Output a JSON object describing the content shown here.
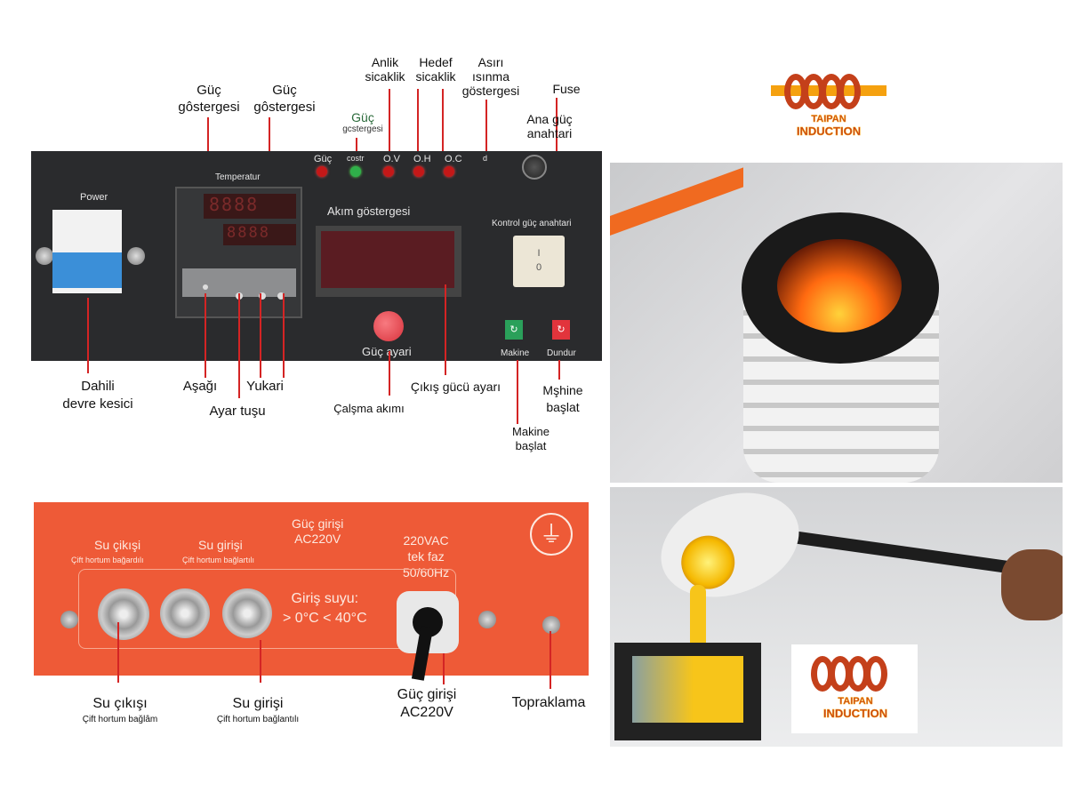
{
  "control_panel": {
    "top_labels": {
      "guc_gostergesi_1": [
        "Güç",
        "gôstergesi"
      ],
      "guc_gostergesi_2": [
        "Güç",
        "gôstergesi"
      ],
      "guc_gostergesi_3": [
        "Güç",
        "gcstergesi"
      ],
      "anlik_sicaklik": [
        "Anlik",
        "sicaklik"
      ],
      "hedef_sicaklik": [
        "Hedef",
        "sicaklik"
      ],
      "asiri_isinma": [
        "Asırı",
        "ısınma",
        "göstergesi"
      ],
      "fuse": "Fuse",
      "ana_guc": [
        "Ana güç",
        "anahtari"
      ]
    },
    "panel_text": {
      "power": "Power",
      "temperatur": "Temperatur",
      "leds": [
        "Güç",
        "costr",
        "O.V",
        "O.H",
        "O.C",
        "d"
      ],
      "akim_gostergesi": "Akım göstergesi",
      "kontrol_guc_anahtari": "Kontrol güç anahtari",
      "switch_on": "I",
      "switch_off": "0",
      "display_top": "8888",
      "display_bottom": "8888",
      "guc_ayari": "Güç ayari",
      "makine": "Makine",
      "dundur": "Dundur"
    },
    "bottom_labels": {
      "dahili": [
        "Dahili",
        "devre kesici"
      ],
      "asagi": "Aşağı",
      "ayar_tusu": "Ayar tuşu",
      "yukari": "Yukari",
      "calisma_akimi": "Çalşma akımı",
      "cikis_gucu": "Çıkış gücü ayarı",
      "mshine_baslat": [
        "Mşhine",
        "başlat"
      ],
      "makine_baslat": [
        "Makine",
        "başlat"
      ]
    }
  },
  "rear_panel": {
    "su_cikisi_top": "Su çikışi",
    "su_cikisi_top_sub": "Çift hortum bağardılı",
    "su_girisi_top": "Su girişi",
    "su_girisi_top_sub": "Çift hortum bağlartılı",
    "guc_girisi_top": [
      "Güç girişi",
      "AC220V"
    ],
    "voltage": [
      "220VAC",
      "tek faz",
      "50/60Hz"
    ],
    "giris_suyu": [
      "Giriş suyu:",
      "> 0°C < 40°C"
    ],
    "bottom_labels": {
      "su_cikisi": "Su çıkışı",
      "su_cikisi_sub": "Çift hortum bağlâm",
      "su_girisi": "Su girişi",
      "su_girisi_sub": "Çift hortum bağlantılı",
      "guc_girisi": [
        "Güç girişi",
        "AC220V"
      ],
      "topraklama": "Topraklama"
    }
  },
  "logos": [
    {
      "line1": "TAIPAN",
      "line2": "INDUCTION"
    },
    {
      "line1": "TAIPAN",
      "line2": "INDUCTION"
    }
  ],
  "colors": {
    "accent_red": "#d42424",
    "panel_orange": "#ee5a37",
    "logo_orange": "#f5a10f",
    "logo_red": "#c4401a"
  }
}
